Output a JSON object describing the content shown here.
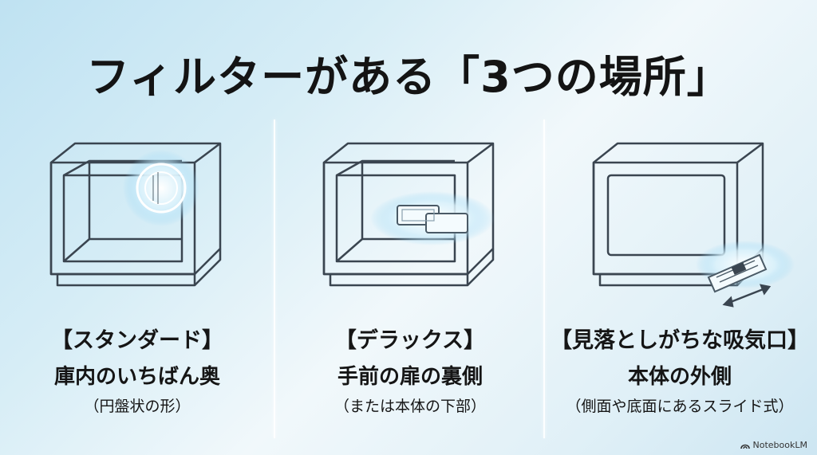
{
  "title": "フィルターがある「3つの場所」",
  "panels": [
    {
      "category": "【スタンダード】",
      "location": "庫内のいちばん奥",
      "detail": "（円盤状の形）"
    },
    {
      "category": "【デラックス】",
      "location": "手前の扉の裏側",
      "detail": "（または本体の下部）"
    },
    {
      "category": "【見落としがちな吸気口】",
      "location": "本体の外側",
      "detail": "（側面や底面にあるスライド式）"
    }
  ],
  "brand": "NotebookLM",
  "colors": {
    "outline": "#3a4550",
    "glow": "#8fd3f4",
    "text": "#141414"
  }
}
